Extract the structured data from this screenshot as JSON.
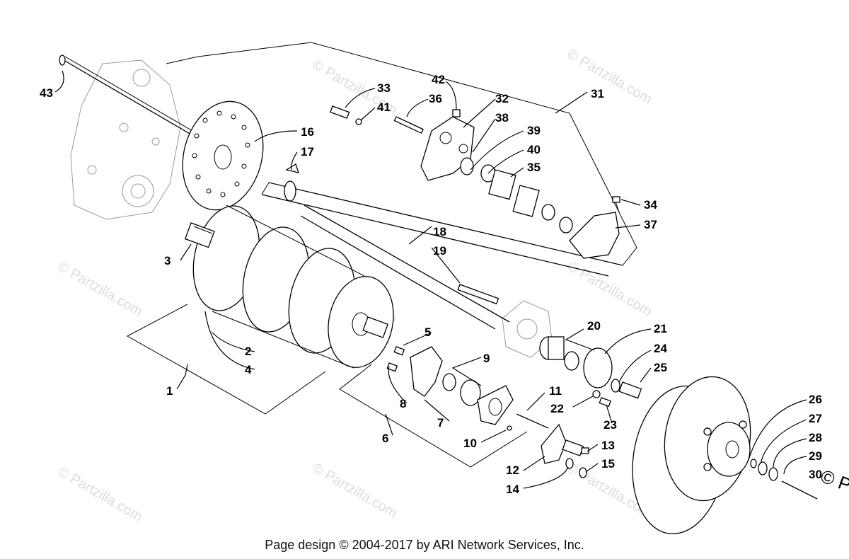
{
  "footer": "Page design © 2004-2017 by ARI Network Services, Inc.",
  "watermark": "© Partzilla.com",
  "edge_watermark": "© Pa",
  "labels": [
    "1",
    "2",
    "3",
    "4",
    "5",
    "6",
    "7",
    "8",
    "9",
    "10",
    "11",
    "12",
    "13",
    "14",
    "15",
    "16",
    "17",
    "18",
    "19",
    "20",
    "21",
    "22",
    "23",
    "24",
    "25",
    "26",
    "27",
    "28",
    "29",
    "30",
    "31",
    "32",
    "33",
    "34",
    "35",
    "36",
    "37",
    "38",
    "39",
    "40",
    "41",
    "42",
    "43"
  ]
}
